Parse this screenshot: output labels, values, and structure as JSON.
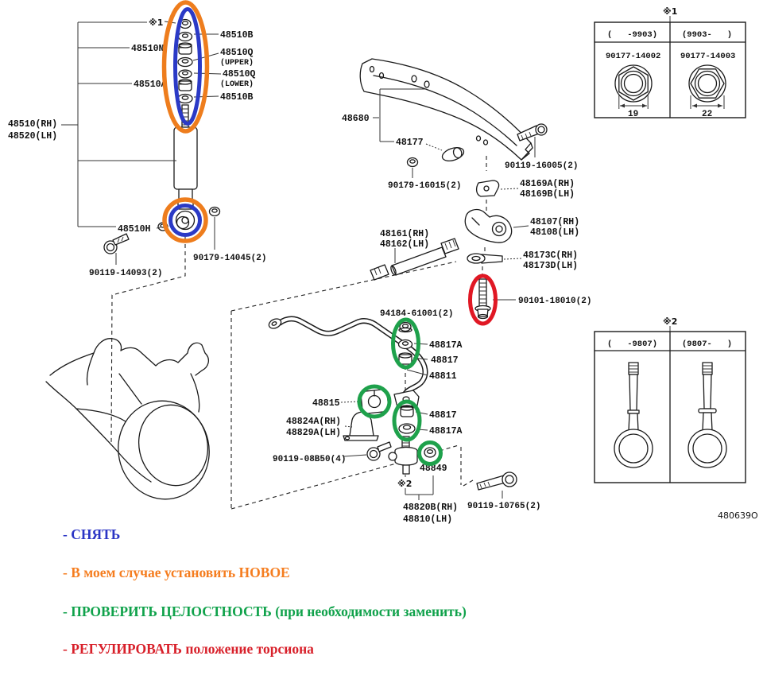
{
  "colors": {
    "remove_blue": "#2b3ac6",
    "install_new_orange": "#ee7d1d",
    "check_green": "#1ea14b",
    "adjust_red": "#e01824"
  },
  "diagram": {
    "code": "480639O",
    "labels": {
      "note1_marker": "※1",
      "note2_marker": "※2",
      "washer_top": "48510B",
      "cushion_upper": "48510Q",
      "cushion_upper_sub": "(UPPER)",
      "cushion_lower": "48510Q",
      "cushion_lower_sub": "(LOWER)",
      "washer_bottom": "48510B",
      "retainer_upper": "48510N",
      "retainer_lower": "48510A",
      "shock_rh": "48510(RH)",
      "shock_lh": "48520(LH)",
      "shock_bush": "48510H",
      "nut_90179_14045": "90179-14045(2)",
      "bolt_90119_14093": "90119-14093(2)",
      "crossmember": "48680",
      "cushion_48177": "48177",
      "nut_90179_16015": "90179-16015(2)",
      "bolt_90119_16005": "90119-16005(2)",
      "bracket_rh": "48169A(RH)",
      "bracket_lh": "48169B(LH)",
      "torsion_rh": "48161(RH)",
      "torsion_lh": "48162(LH)",
      "anchor_rh": "48107(RH)",
      "anchor_lh": "48108(LH)",
      "spacer_rh": "48173C(RH)",
      "spacer_lh": "48173D(LH)",
      "bolt_90101_18010": "90101-18010(2)",
      "nut_94184_61001": "94184-61001(2)",
      "stab_retainer_1": "48817A",
      "stab_cushion_1": "48817",
      "stab_bar": "48811",
      "stab_bush": "48815",
      "stab_bracket_rh": "48824A(RH)",
      "stab_bracket_lh": "48829A(LH)",
      "stab_cushion_2": "48817",
      "stab_retainer_2": "48817A",
      "bolt_90119_08b50": "90119-08B50(4)",
      "link_nut": "48849",
      "link_rh": "48820B(RH)",
      "link_lh": "48810(LH)",
      "bolt_90119_10765": "90119-10765(2)"
    },
    "tables": {
      "note1": {
        "marker": "※1",
        "col1_period": "(   -9903)",
        "col2_period": "(9903-   )",
        "col1_part": "90177-14002",
        "col2_part": "90177-14003",
        "col1_size": "19",
        "col2_size": "22"
      },
      "note2": {
        "marker": "※2",
        "col1_period": "(   -9807)",
        "col2_period": "(9807-   )"
      }
    }
  },
  "legend": {
    "items": [
      {
        "text": "- СНЯТЬ",
        "color": "#2b35c5"
      },
      {
        "text": "- В моем случае установить НОВОЕ",
        "color": "#f57d1f"
      },
      {
        "text": "- ПРОВЕРИТЬ ЦЕЛОСТНОСТЬ (при необходимости заменить)",
        "color": "#10a24b"
      },
      {
        "text": "- РЕГУЛИРОВАТЬ положение торсиона",
        "color": "#d8202a"
      }
    ]
  }
}
